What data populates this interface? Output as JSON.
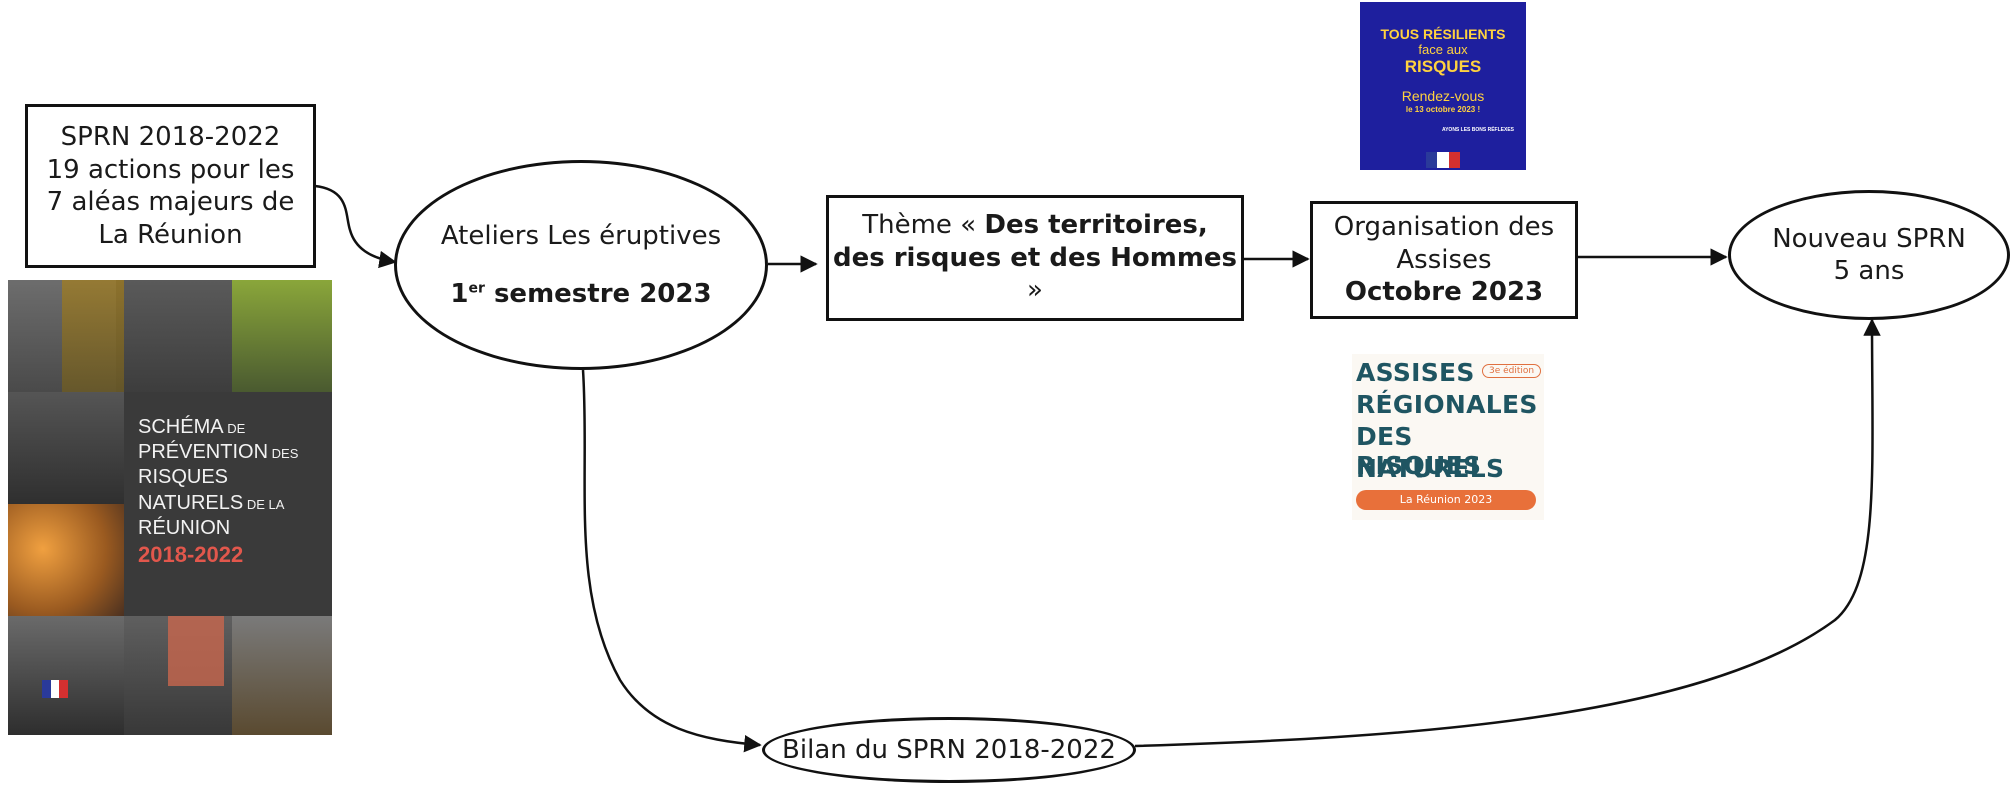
{
  "box_sprn": {
    "line1": "SPRN 2018-2022",
    "line2": "19 actions pour les",
    "line3": "7 aléas majeurs de",
    "line4": "La Réunion"
  },
  "ateliers": {
    "line1": "Ateliers Les éruptives",
    "num": "1",
    "sup": "er",
    "rest": " semestre 2023"
  },
  "theme": {
    "prefix": "Thème « ",
    "bold1": "Des territoires,",
    "bold2": "des risques et des Hommes",
    "suffix": " »"
  },
  "organisation": {
    "line1": "Organisation des",
    "line2": "Assises",
    "line3": "Octobre 2023"
  },
  "nouveau": {
    "line1": "Nouveau SPRN",
    "line2": "5 ans"
  },
  "bilan": {
    "label": "Bilan du SPRN 2018-2022"
  },
  "poster_sprn": {
    "w1": "SCHÉMA",
    "w1s": " DE",
    "w2": "PRÉVENTION",
    "w2s": " DES",
    "w3": "RISQUES",
    "w4": "NATURELS",
    "w4s": " DE LA",
    "w5": "RÉUNION",
    "year": "2018-2022"
  },
  "poster_resilients": {
    "l1": "TOUS RÉSILIENTS",
    "l2": "face aux",
    "l3": "RISQUES",
    "l4": "Rendez-vous",
    "l5": "le 13 octobre 2023 !",
    "l6": "AYONS LES BONS RÉFLEXES"
  },
  "logo_assises": {
    "w1": "ASSISES",
    "edition": "3e édition",
    "w2": "RÉGIONALES",
    "w3": "DES RISQUES",
    "w4": "NATURELS",
    "footer": "La Réunion 2023"
  },
  "colors": {
    "stroke": "#111111",
    "poster_bg": "#3a3a3a",
    "poster_accent": "#e2574c",
    "resil_bg": "#1e1f9e",
    "resil_text": "#ffd23f",
    "assises_teal": "#1f5562",
    "assises_orange": "#e8703a"
  }
}
